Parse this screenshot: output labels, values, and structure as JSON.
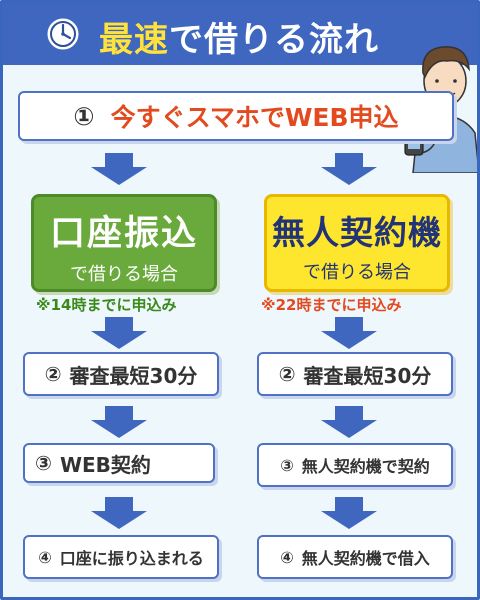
{
  "header": {
    "title_part1": "最速",
    "title_part2": "で借りる流れ",
    "icon": "clock-icon"
  },
  "step1": {
    "number": "①",
    "text": "今すぐスマホでWEB申込"
  },
  "left": {
    "method_main": "口座振込",
    "method_sub": "で借りる場合",
    "deadline": "※14時までに申込み",
    "steps": [
      {
        "number": "②",
        "text": "審査最短30分"
      },
      {
        "number": "③",
        "text": "WEB契約"
      },
      {
        "number": "④",
        "text": "口座に振り込まれる"
      }
    ]
  },
  "right": {
    "method_main": "無人契約機",
    "method_sub": "で借りる場合",
    "deadline": "※22時までに申込み",
    "steps": [
      {
        "number": "②",
        "text": "審査最短30分"
      },
      {
        "number": "③",
        "text": "無人契約機で契約"
      },
      {
        "number": "④",
        "text": "無人契約機で借入"
      }
    ]
  },
  "colors": {
    "header_blue": "#3f67bf",
    "title_yellow": "#ffe23b",
    "accent_orange": "#e34a1f",
    "green": "#6aaa3c",
    "yellow": "#ffe62e"
  }
}
